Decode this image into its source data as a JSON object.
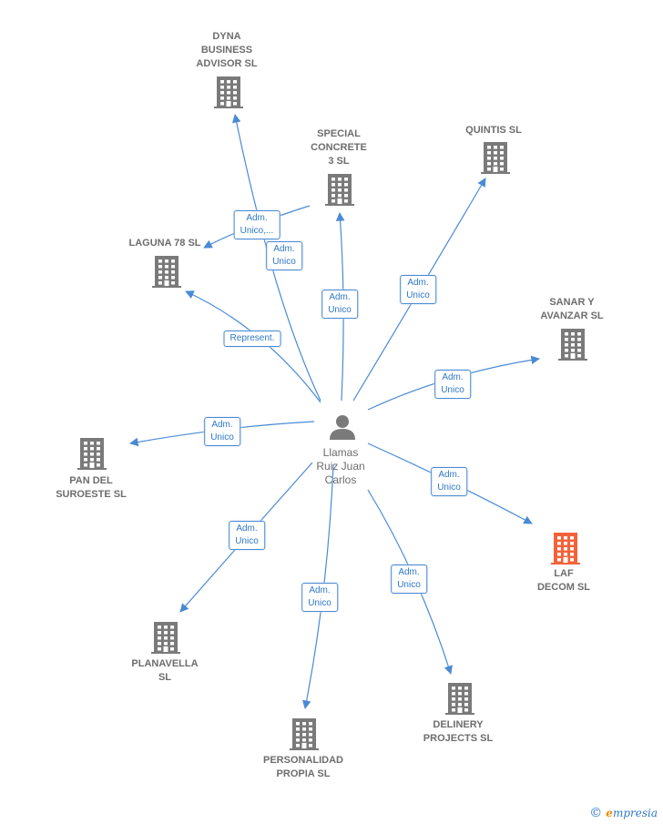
{
  "center": {
    "id": "person",
    "label": "Llamas\nRuiz Juan\nCarlos",
    "icon": "person-icon"
  },
  "colors": {
    "edge": "#4a8ad4",
    "building": "#7a7a7a",
    "highlight": "#f4623a",
    "person": "#7a7a7a"
  },
  "nodes": [
    {
      "id": "dyna",
      "label": "DYNA\nBUSINESS\nADVISOR  SL",
      "icon": "building-icon",
      "highlight": false
    },
    {
      "id": "special",
      "label": "SPECIAL\nCONCRETE\n3  SL",
      "icon": "building-icon",
      "highlight": false
    },
    {
      "id": "quintis",
      "label": "QUINTIS  SL",
      "icon": "building-icon",
      "highlight": false
    },
    {
      "id": "laguna",
      "label": "LAGUNA 78  SL",
      "icon": "building-icon",
      "highlight": false
    },
    {
      "id": "sanar",
      "label": "SANAR Y\nAVANZAR  SL",
      "icon": "building-icon",
      "highlight": false
    },
    {
      "id": "pan",
      "label": "PAN DEL\nSUROESTE  SL",
      "icon": "building-icon",
      "highlight": false
    },
    {
      "id": "laf",
      "label": "LAF\nDECOM  SL",
      "icon": "building-icon",
      "highlight": true
    },
    {
      "id": "planavella",
      "label": "PLANAVELLA\nSL",
      "icon": "building-icon",
      "highlight": false
    },
    {
      "id": "personalidad",
      "label": "PERSONALIDAD\nPROPIA  SL",
      "icon": "building-icon",
      "highlight": false
    },
    {
      "id": "delinery",
      "label": "DELINERY\nPROJECTS  SL",
      "icon": "building-icon",
      "highlight": false
    }
  ],
  "edges": [
    {
      "to": "dyna",
      "label": "Adm.\nUnico,..."
    },
    {
      "to": "laguna",
      "label": "Adm.\nUnico"
    },
    {
      "to": "laguna",
      "label": "Represent."
    },
    {
      "to": "special",
      "label": "Adm.\nUnico"
    },
    {
      "to": "quintis",
      "label": "Adm.\nUnico"
    },
    {
      "to": "sanar",
      "label": "Adm.\nUnico"
    },
    {
      "to": "pan",
      "label": "Adm.\nUnico"
    },
    {
      "to": "laf",
      "label": "Adm.\nUnico"
    },
    {
      "to": "planavella",
      "label": "Adm.\nUnico"
    },
    {
      "to": "personalidad",
      "label": "Adm.\nUnico"
    },
    {
      "to": "delinery",
      "label": "Adm.\nUnico"
    }
  ],
  "footer": {
    "copyright_symbol": "©",
    "brand_initial": "e",
    "brand_rest": "mpresia"
  }
}
